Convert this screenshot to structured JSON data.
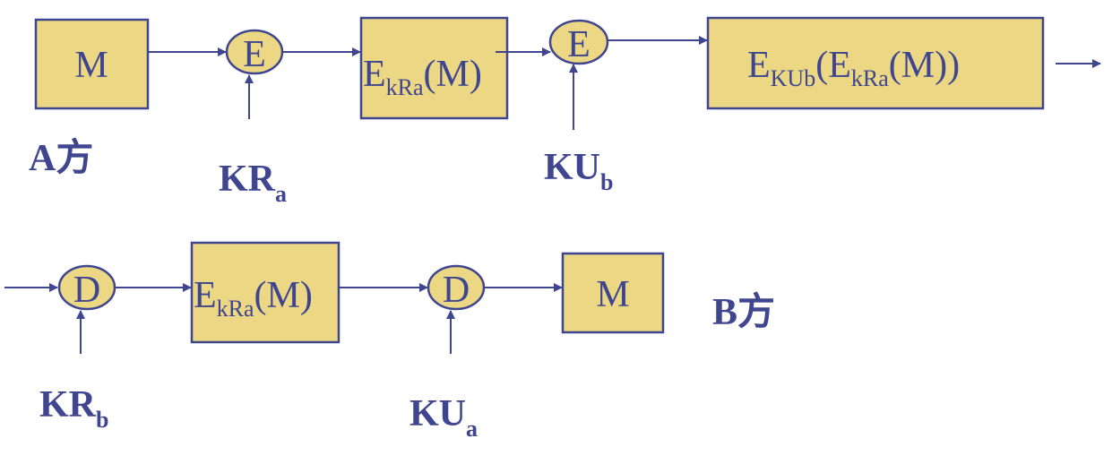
{
  "colors": {
    "fill": "#ECD784",
    "stroke": "#3F468F"
  },
  "row1": {
    "message": "M",
    "encrypt1": "E",
    "key1": {
      "main": "KR",
      "sub": "a"
    },
    "box2": {
      "main": "E",
      "sub": "kRa",
      "tail": "(M)"
    },
    "encrypt2": "E",
    "key2": {
      "main": "KU",
      "sub": "b"
    },
    "box3": {
      "e1": "E",
      "s1": "KUb",
      "p1": "(E",
      "s2": "kRa",
      "tail": "(M))"
    },
    "party": "A方"
  },
  "row2": {
    "decrypt1": "D",
    "key1": {
      "main": "KR",
      "sub": "b"
    },
    "box2": {
      "main": "E",
      "sub": "kRa",
      "tail": "(M)"
    },
    "decrypt2": "D",
    "key2": {
      "main": "KU",
      "sub": "a"
    },
    "message": "M",
    "party": "B方"
  }
}
